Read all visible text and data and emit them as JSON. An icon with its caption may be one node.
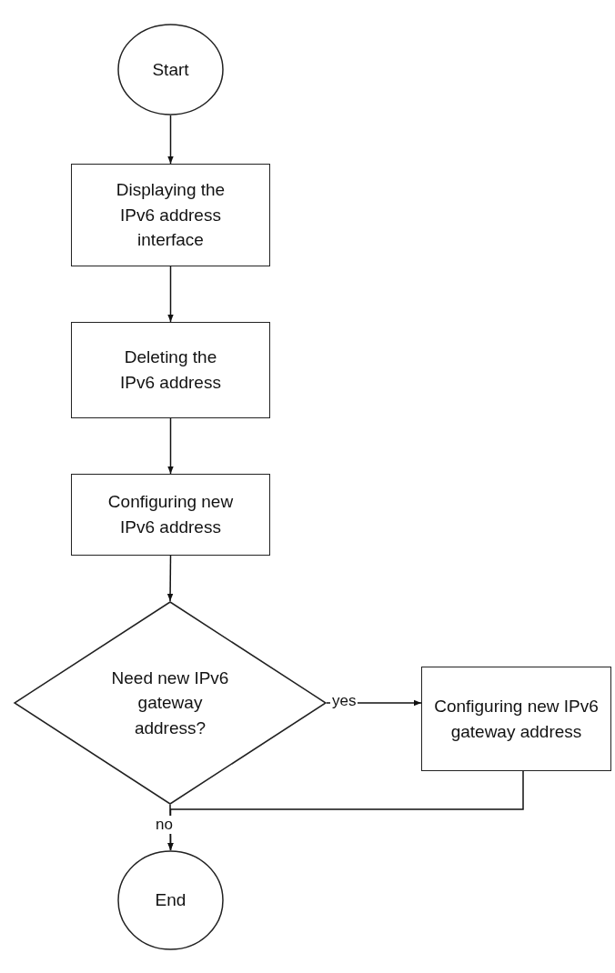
{
  "diagram": {
    "nodes": [
      {
        "text": [
          "Start"
        ]
      },
      {
        "text": [
          "Displaying the IPv6 address interface"
        ]
      },
      {
        "text": [
          "Deleting the IPv6 address"
        ]
      },
      {
        "text": [
          "Configuring new IPv6 address"
        ]
      },
      {
        "text": [
          "Need new IPv6 gateway address?"
        ]
      },
      {
        "text": [
          "Configuring new IPv6 gateway address"
        ]
      },
      {
        "text": [
          "End"
        ]
      }
    ],
    "edges": [
      {
        "from": 0,
        "to": 1,
        "arrow": "to"
      },
      {
        "from": 1,
        "to": 2,
        "arrow": "to"
      },
      {
        "from": 2,
        "to": 3,
        "arrow": "to"
      },
      {
        "from": 3,
        "to": 4,
        "arrow": "to"
      },
      {
        "from": 4,
        "to": 5,
        "arrow": "to",
        "label": "yes"
      },
      {
        "from": 4,
        "to": 6,
        "arrow": "to",
        "label": "no"
      },
      {
        "from": 5,
        "to": 6,
        "arrow": "to"
      }
    ]
  }
}
